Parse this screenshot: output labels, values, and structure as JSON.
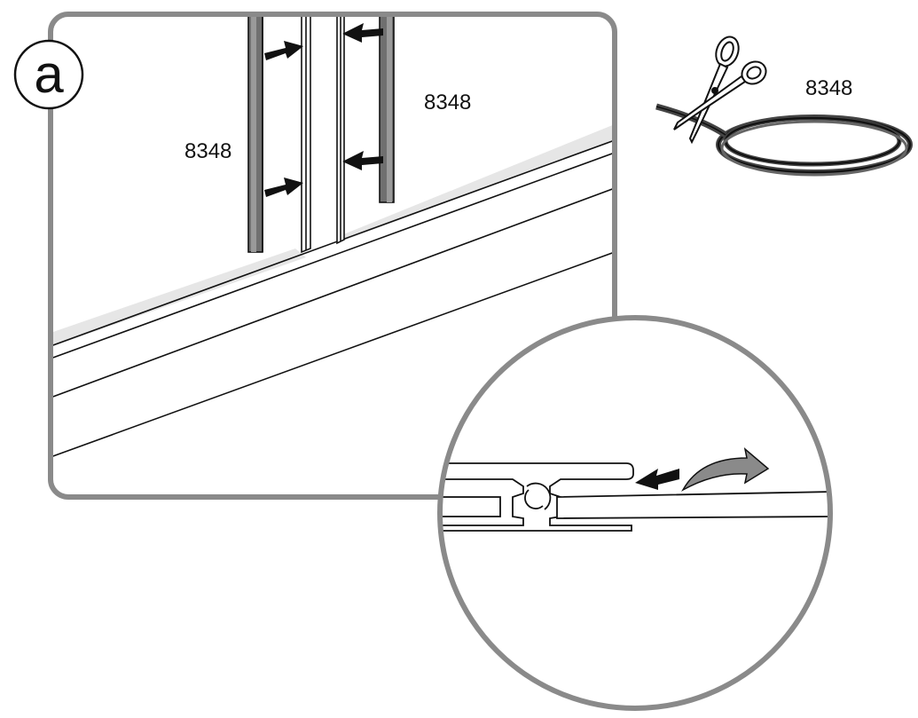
{
  "step": {
    "letter": "a"
  },
  "labels": {
    "left_strip_part": "8348",
    "right_strip_part": "8348",
    "coil_part": "8348"
  },
  "icons": {
    "step_badge": "circle-letter-badge",
    "scissors": "scissors-icon",
    "cable_coil": "rubber-seal-coil",
    "push_arrow": "arrow-icon",
    "curved_arrow": "curved-arrow-icon"
  },
  "colors": {
    "frame": "#8a8a8a",
    "line": "#111111",
    "strip_fill": "#707070",
    "shade": "#e6e6e6",
    "arrow": "#111111",
    "curved_arrow": "#8a8a8a"
  }
}
